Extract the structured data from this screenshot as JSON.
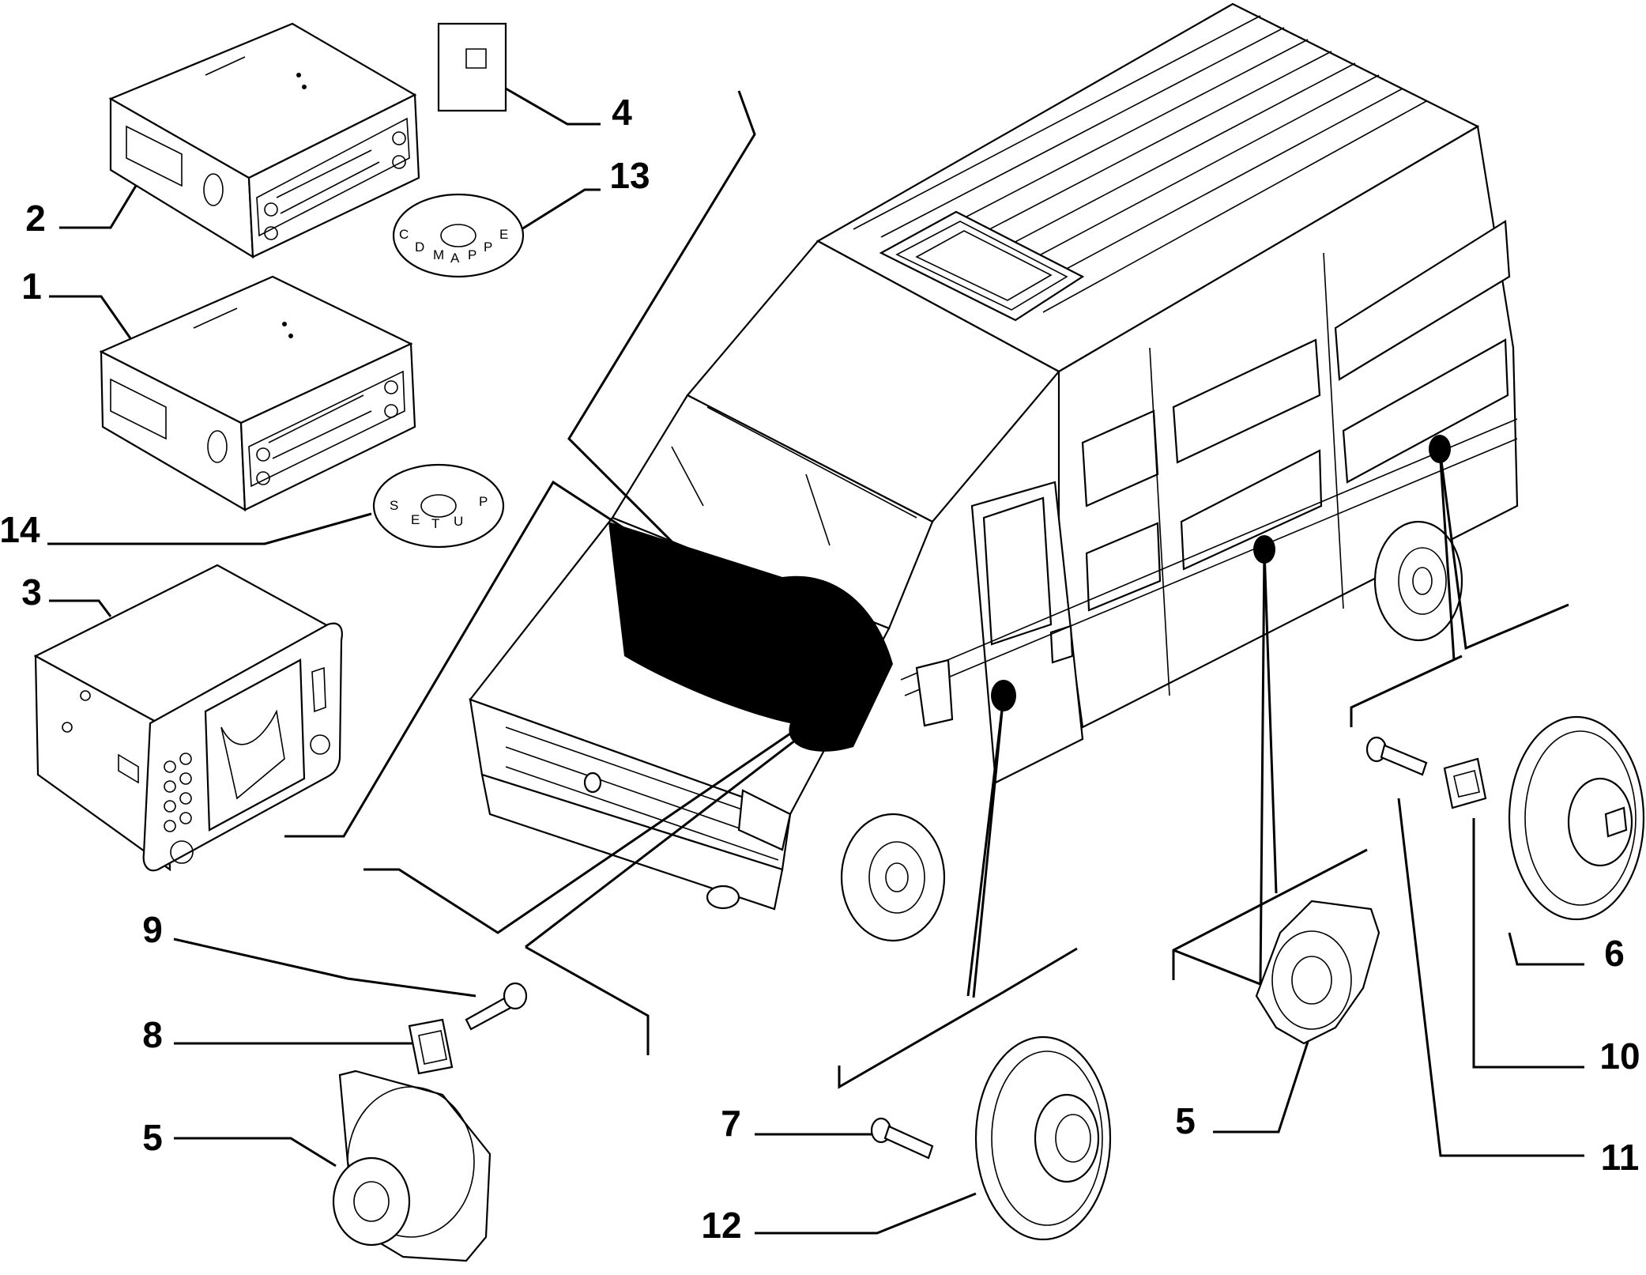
{
  "diagram": {
    "callouts": [
      {
        "id": "c1",
        "label": "1"
      },
      {
        "id": "c2",
        "label": "2"
      },
      {
        "id": "c3",
        "label": "3"
      },
      {
        "id": "c4",
        "label": "4"
      },
      {
        "id": "c5a",
        "label": "5"
      },
      {
        "id": "c5b",
        "label": "5"
      },
      {
        "id": "c6",
        "label": "6"
      },
      {
        "id": "c7",
        "label": "7"
      },
      {
        "id": "c8",
        "label": "8"
      },
      {
        "id": "c9",
        "label": "9"
      },
      {
        "id": "c10",
        "label": "10"
      },
      {
        "id": "c11",
        "label": "11"
      },
      {
        "id": "c12",
        "label": "12"
      },
      {
        "id": "c13",
        "label": "13"
      },
      {
        "id": "c14",
        "label": "14"
      }
    ],
    "discs": [
      {
        "id": "disc-mappe",
        "letters": [
          "C",
          "D",
          "M",
          "A",
          "P",
          "P",
          "E"
        ]
      },
      {
        "id": "disc-setup",
        "letters": [
          "S",
          "E",
          "T",
          "U",
          "P"
        ]
      }
    ]
  }
}
